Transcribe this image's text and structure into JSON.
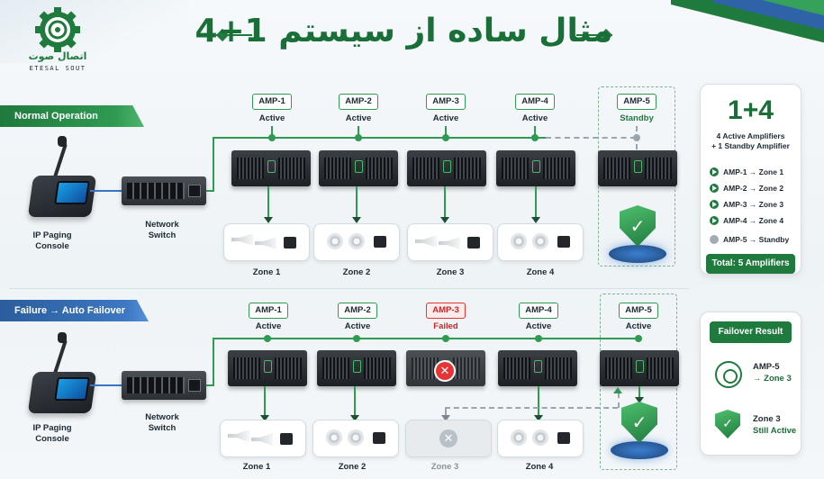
{
  "colors": {
    "brand_green": "#1f7a3e",
    "accent_blue": "#2a5d9c",
    "failed_red": "#e53535",
    "standby_gray": "#a4acb3"
  },
  "logo": {
    "name_fa": "اتصال صوت",
    "name_en": "ETESAL SOUT"
  },
  "title": {
    "prefix": "مثال ساده از سیستم",
    "number": "1+4"
  },
  "normal": {
    "label": "Normal Operation",
    "console": "IP Paging\nConsole",
    "switch": "Network\nSwitch",
    "amps": [
      {
        "tag": "AMP-1",
        "status": "Active"
      },
      {
        "tag": "AMP-2",
        "status": "Active"
      },
      {
        "tag": "AMP-3",
        "status": "Active"
      },
      {
        "tag": "AMP-4",
        "status": "Active"
      },
      {
        "tag": "AMP-5",
        "status": "Standby"
      }
    ],
    "zones": [
      "Zone 1",
      "Zone 2",
      "Zone 3",
      "Zone 4"
    ]
  },
  "failure": {
    "label": "Failure → Auto Failover",
    "console": "IP Paging\nConsole",
    "switch": "Network\nSwitch",
    "amps": [
      {
        "tag": "AMP-1",
        "status": "Active"
      },
      {
        "tag": "AMP-2",
        "status": "Active"
      },
      {
        "tag": "AMP-3",
        "status": "Failed"
      },
      {
        "tag": "AMP-4",
        "status": "Active"
      },
      {
        "tag": "AMP-5",
        "status": "Active"
      }
    ],
    "zones": [
      "Zone 1",
      "Zone 2",
      "Zone 3",
      "Zone 4"
    ]
  },
  "summary": {
    "big": "1+4",
    "sub1": "4 Active Amplifiers",
    "sub2": "+ 1 Standby Amplifier",
    "mappings": [
      {
        "text": "AMP-1 → Zone 1",
        "kind": "active"
      },
      {
        "text": "AMP-2 → Zone 2",
        "kind": "active"
      },
      {
        "text": "AMP-3 → Zone 3",
        "kind": "active"
      },
      {
        "text": "AMP-4 → Zone 4",
        "kind": "active"
      },
      {
        "text": "AMP-5 → Standby",
        "kind": "standby"
      }
    ],
    "total": "Total: 5 Amplifiers"
  },
  "failover_result": {
    "header": "Failover Result",
    "row1_a": "AMP-5",
    "row1_b": "→ Zone 3",
    "row2_a": "Zone 3",
    "row2_b": "Still Active"
  },
  "icons": {
    "logo": "gear-speaker-logo-icon",
    "shield": "shield-check-icon",
    "failed": "x-circle-icon",
    "mapping_bullet": "play-circle-icon"
  }
}
